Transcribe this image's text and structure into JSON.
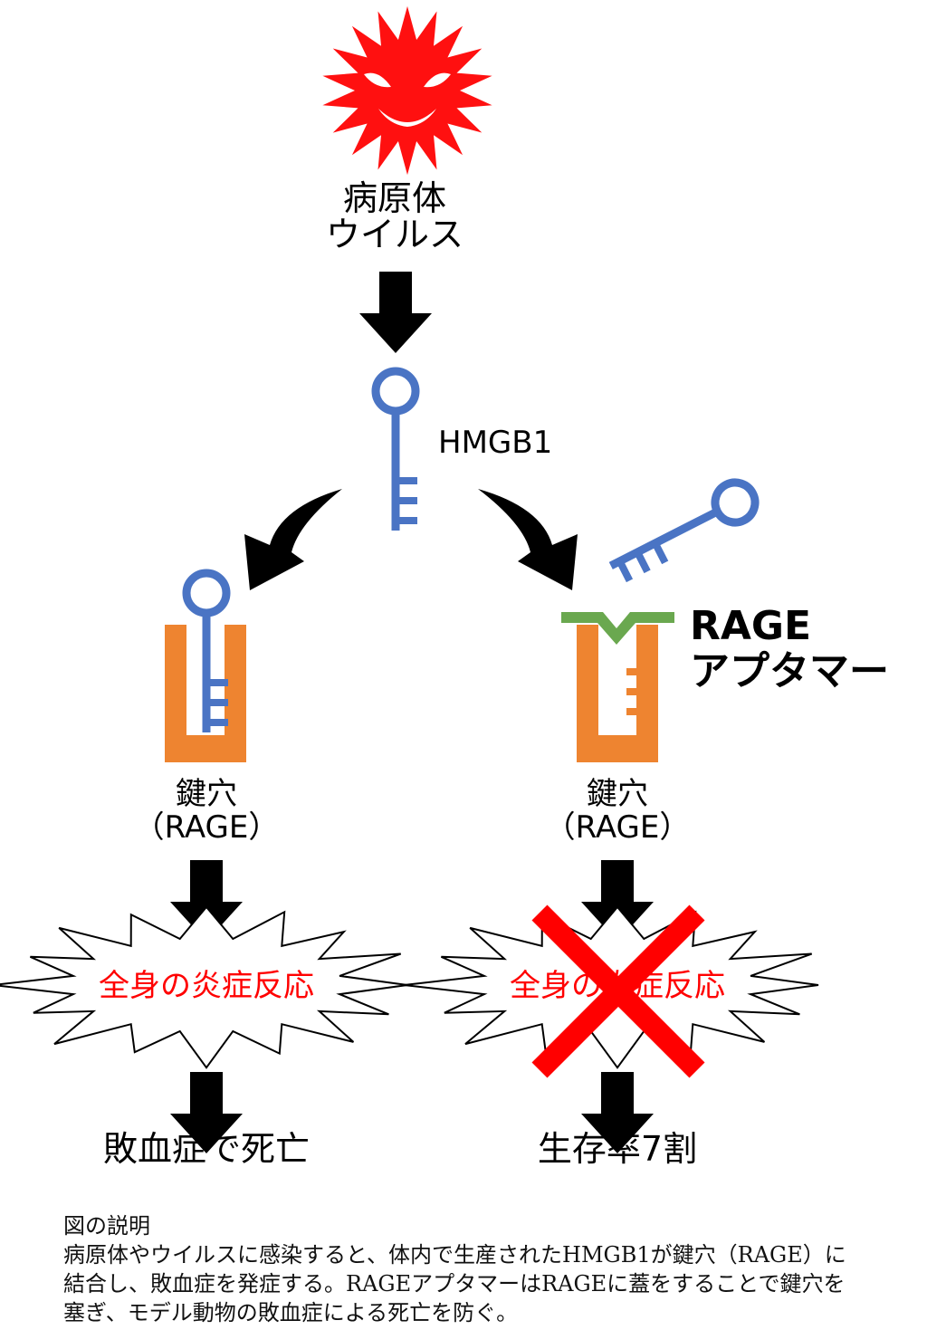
{
  "colors": {
    "virus": "#ff1010",
    "key": "#4a74c4",
    "lock": "#ee8430",
    "lid": "#6aa84f",
    "arrow": "#000000",
    "inflammation_text": "#ff0000",
    "cross": "#ff0000"
  },
  "icons": [
    "virus-icon",
    "key-icon",
    "keyhole-icon",
    "aptamer-lid-icon",
    "burst-icon",
    "cross-icon",
    "arrow-icon"
  ],
  "top": {
    "pathogen_line1": "病原体",
    "pathogen_line2": "ウイルス",
    "hmgb1_label": "HMGB1"
  },
  "aptamer": {
    "line1": "RAGE",
    "line2": "アプタマー"
  },
  "left": {
    "lock_line1": "鍵穴",
    "lock_line2": "（RAGE）",
    "inflammation": "全身の炎症反応",
    "outcome": "敗血症で死亡"
  },
  "right": {
    "lock_line1": "鍵穴",
    "lock_line2": "（RAGE）",
    "inflammation": "全身の炎症反応",
    "outcome": "生存率7割"
  },
  "caption": {
    "title": "図の説明",
    "line1": "病原体やウイルスに感染すると、体内で生産されたHMGB1が鍵穴（RAGE）に",
    "line2": "結合し、敗血症を発症する。RAGEアプタマーはRAGEに蓋をすることで鍵穴を",
    "line3": "塞ぎ、モデル動物の敗血症による死亡を防ぐ。"
  }
}
